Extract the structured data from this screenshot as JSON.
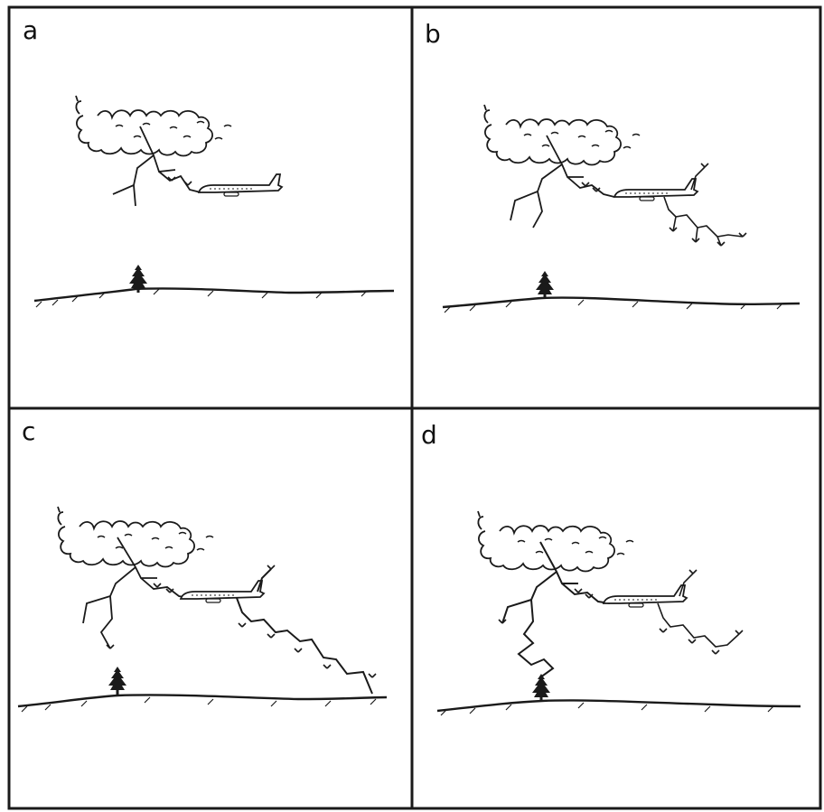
{
  "figure": {
    "panels": [
      {
        "label": "a"
      },
      {
        "label": "b"
      },
      {
        "label": "c"
      },
      {
        "label": "d"
      }
    ]
  },
  "colors": {
    "ink": "#1a1a1a",
    "paper": "#ffffff"
  }
}
